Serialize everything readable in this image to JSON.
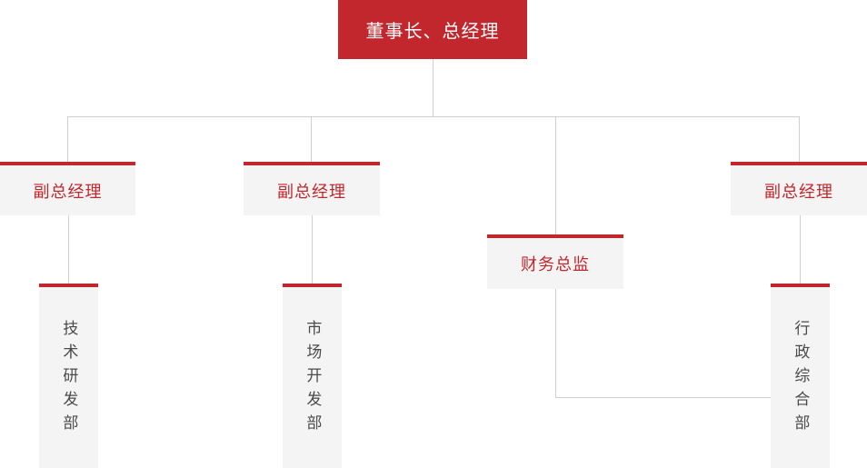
{
  "chart": {
    "title_text": "董事长、总经理",
    "colors": {
      "primary_red": "#c1272d",
      "box_background": "#f4f4f4",
      "line_gray": "#cfcfcf",
      "dept_text": "#4a4a4a",
      "root_text": "#ffffff"
    },
    "root": {
      "label": "董事长、总经理"
    },
    "managers": [
      {
        "label": "副总经理"
      },
      {
        "label": "副总经理"
      },
      {
        "label": "财务总监"
      },
      {
        "label": "副总经理"
      }
    ],
    "departments": [
      {
        "label": "技术研发部"
      },
      {
        "label": "市场开发部"
      },
      {
        "label": "行政综合部"
      }
    ]
  }
}
